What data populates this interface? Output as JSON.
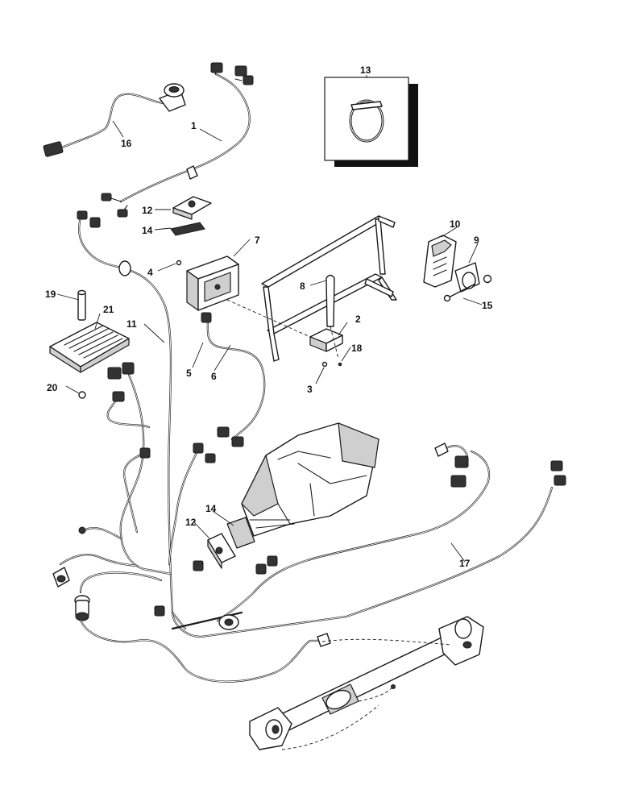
{
  "diagram": {
    "callouts": [
      "1",
      "2",
      "3",
      "4",
      "5",
      "6",
      "7",
      "8",
      "9",
      "10",
      "11",
      "12",
      "12",
      "13",
      "14",
      "14",
      "15",
      "16",
      "17",
      "18",
      "19",
      "20",
      "21"
    ]
  }
}
